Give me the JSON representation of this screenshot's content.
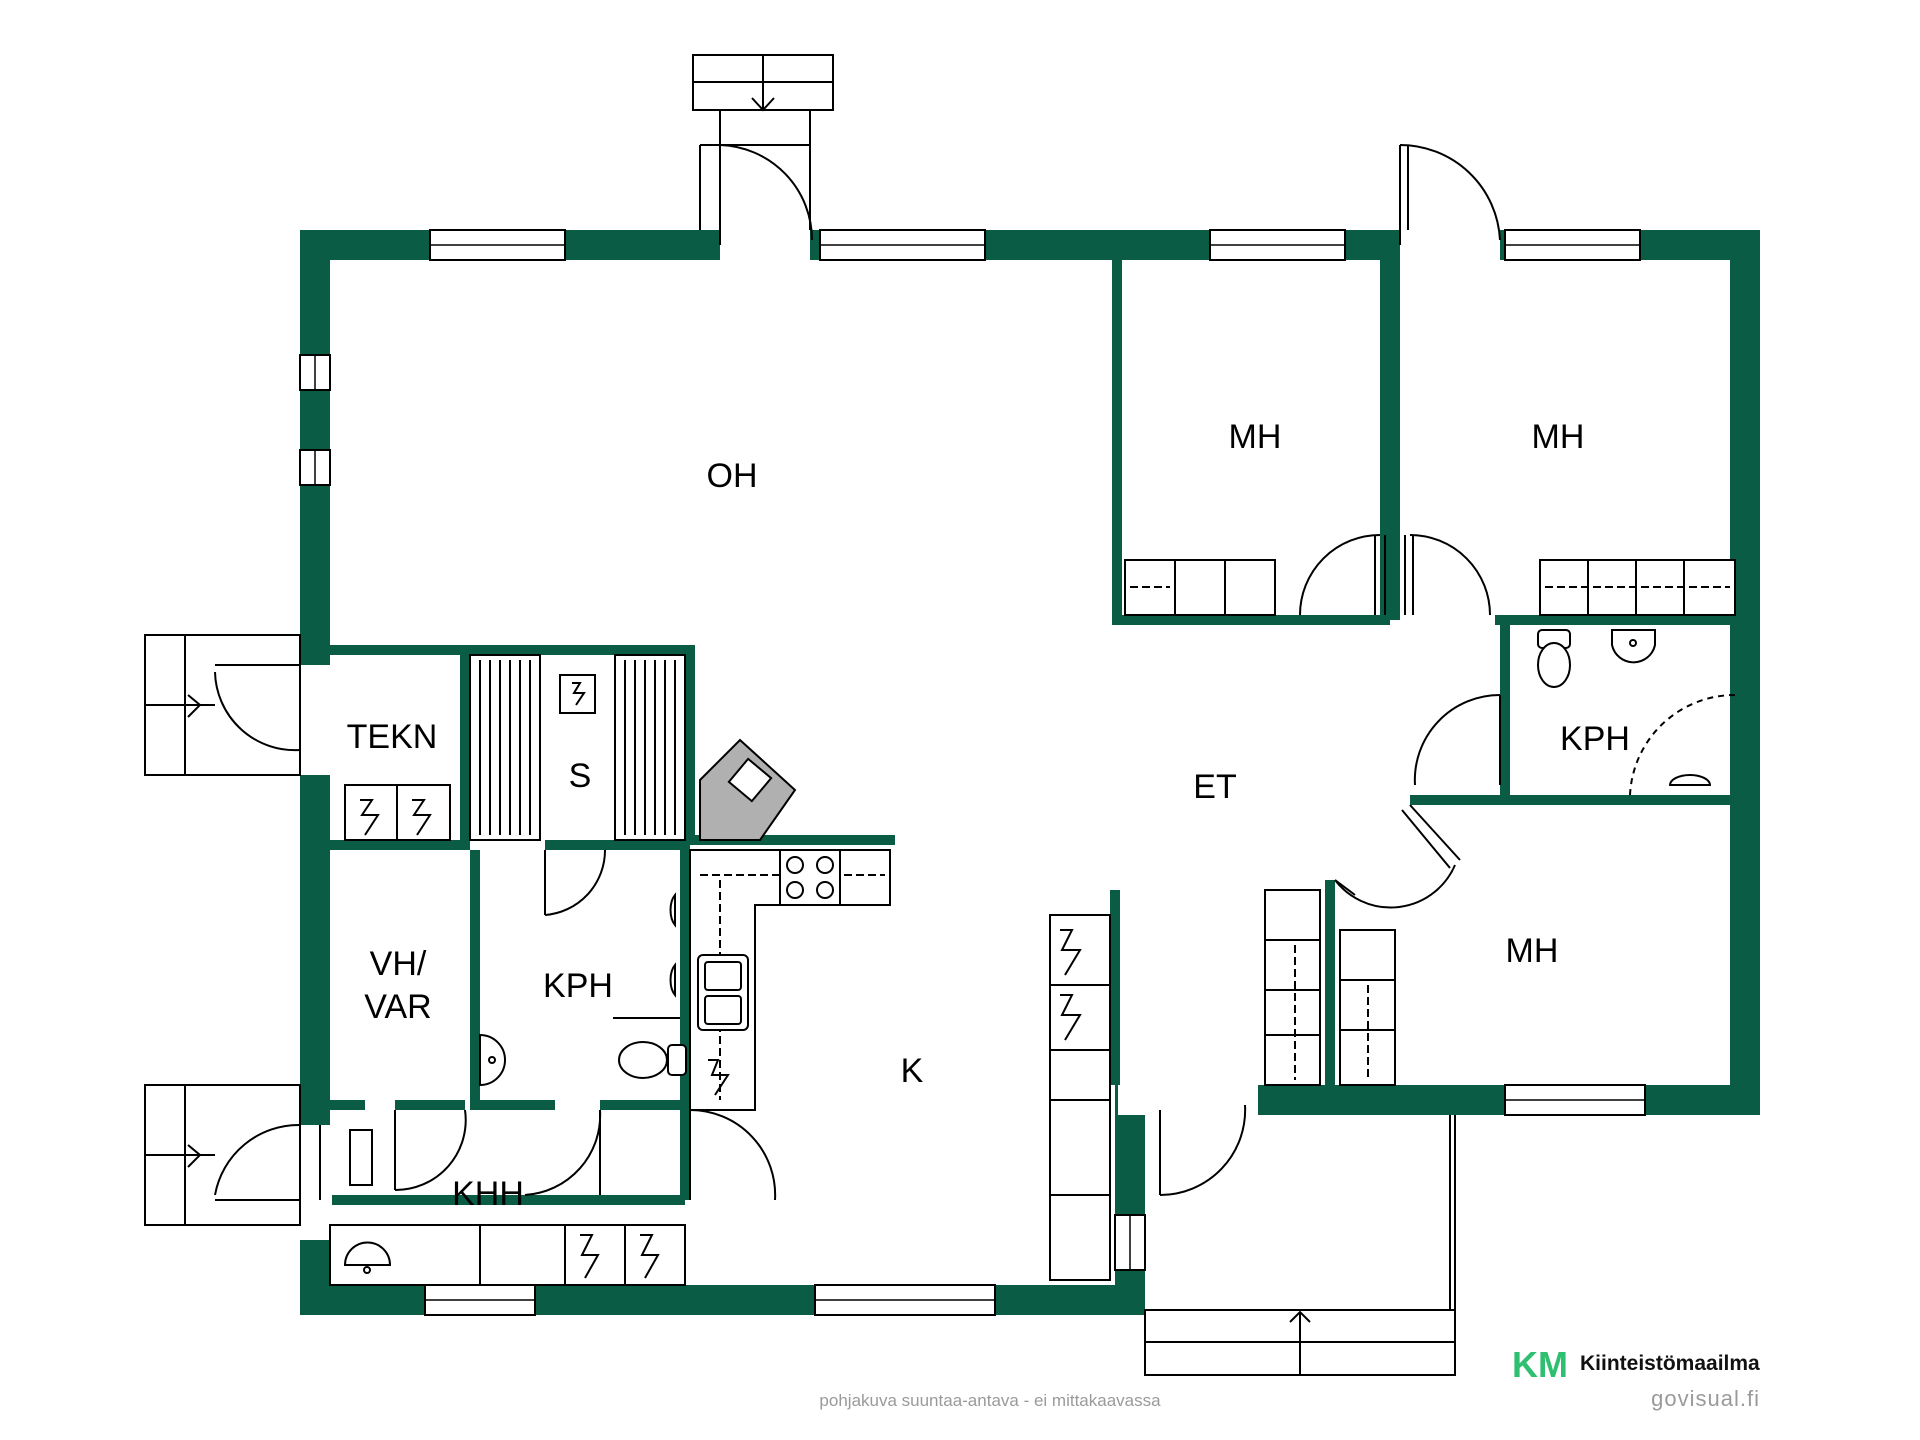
{
  "rooms": {
    "oh": "OH",
    "mh1": "MH",
    "mh2": "MH",
    "mh3": "MH",
    "tekn": "TEKN",
    "s": "S",
    "et": "ET",
    "kph1": "KPH",
    "kph2": "KPH",
    "vh_var_line1": "VH/",
    "vh_var_line2": "VAR",
    "k": "K",
    "khh": "KHH"
  },
  "footer": {
    "disclaimer": "pohjakuva suuntaa-antava - ei mittakaavassa",
    "brand_mark": "KM",
    "brand_name": "Kiinteistömaailma",
    "credit": "govisual.fi"
  },
  "colors": {
    "wall": "#0b5c45",
    "line": "#000000",
    "brand_green_dark": "#0b5c45",
    "brand_green_light": "#2fbf71"
  }
}
